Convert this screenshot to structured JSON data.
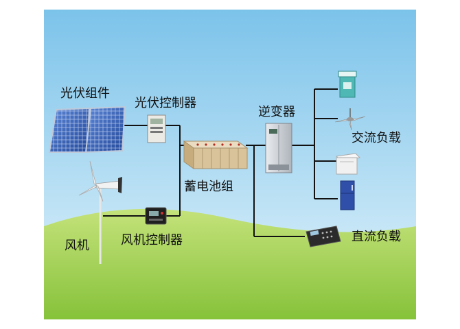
{
  "labels": {
    "pv_modules": "光伏组件",
    "pv_controller": "光伏控制器",
    "inverter": "逆变器",
    "ac_load": "交流负载",
    "battery_bank": "蓄电池组",
    "wind_turbine": "风机",
    "wind_controller": "风机控制器",
    "dc_load": "直流负载"
  },
  "colors": {
    "sky_top": "#7cc3ea",
    "sky_bottom": "#dff1fa",
    "grass_light": "#b9dc6a",
    "grass_dark": "#86c23a",
    "wire": "#111111",
    "solar_panel": "#2f5fb3",
    "inverter_body": "#c9cdd2"
  }
}
